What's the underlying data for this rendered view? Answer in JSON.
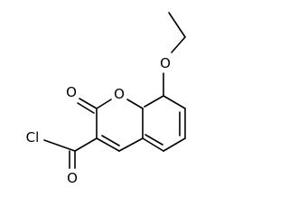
{
  "structure": {
    "atoms": {
      "ring_oxygen": "O",
      "carbonyl_oxygen_lactone": "O",
      "ethoxy_oxygen": "O",
      "acyl_chloride_oxygen": "O",
      "chlorine": "Cl"
    },
    "colors": {
      "bond": "#000000",
      "label": "#000000",
      "background": "#ffffff"
    }
  }
}
